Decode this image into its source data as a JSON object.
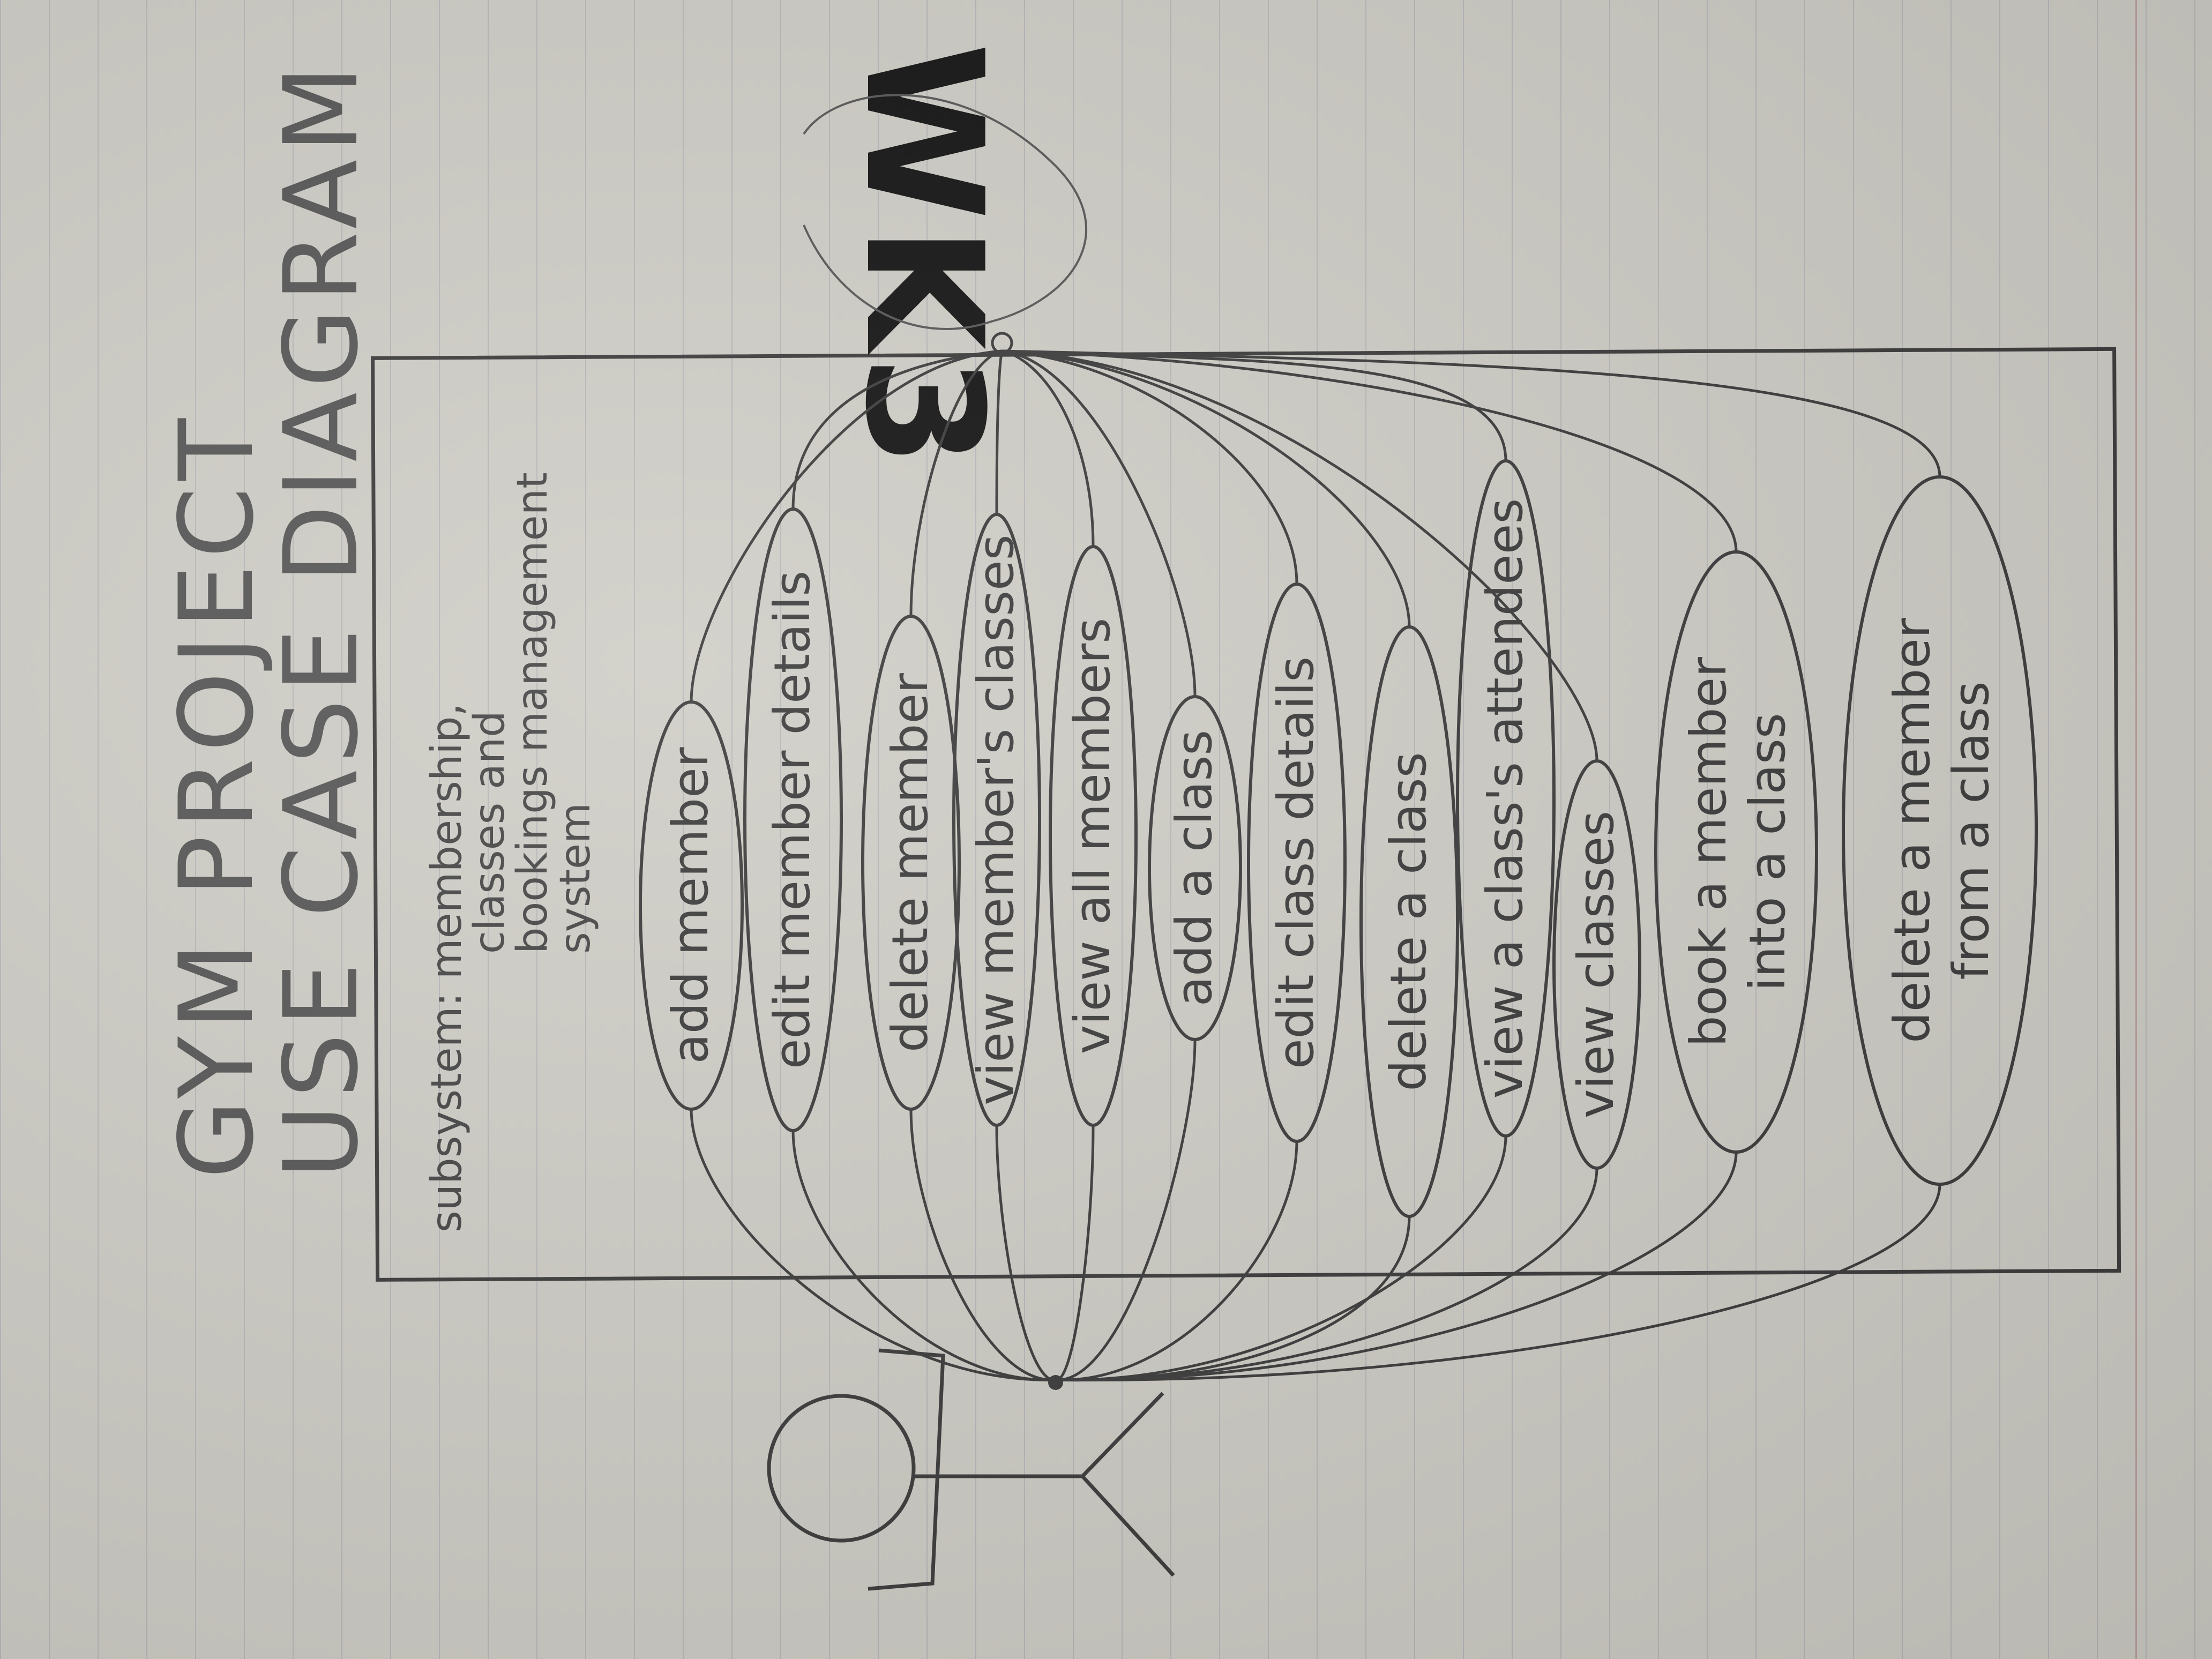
{
  "title": {
    "line1": "GYM PROJECT",
    "line2": "USE CASE DIAGRAM"
  },
  "subsystem": {
    "line1": "subsystem: membership,",
    "line2": "classes and",
    "line3": "bookings management",
    "line4": "system"
  },
  "week_mark": "WK3",
  "use_cases": [
    {
      "line1": "add member",
      "line2": ""
    },
    {
      "line1": "edit member details",
      "line2": ""
    },
    {
      "line1": "delete member",
      "line2": ""
    },
    {
      "line1": "view member's classes",
      "line2": ""
    },
    {
      "line1": "view all members",
      "line2": ""
    },
    {
      "line1": "add a class",
      "line2": ""
    },
    {
      "line1": "edit class details",
      "line2": ""
    },
    {
      "line1": "delete a class",
      "line2": ""
    },
    {
      "line1": "view a class's attendees",
      "line2": ""
    },
    {
      "line1": "view classes",
      "line2": ""
    },
    {
      "line1": "book a member",
      "line2": "into a class"
    },
    {
      "line1": "delete a member",
      "line2": "from a class"
    }
  ],
  "colors": {
    "ink": "#3a3a3a",
    "paper": "#cfcdc6"
  }
}
